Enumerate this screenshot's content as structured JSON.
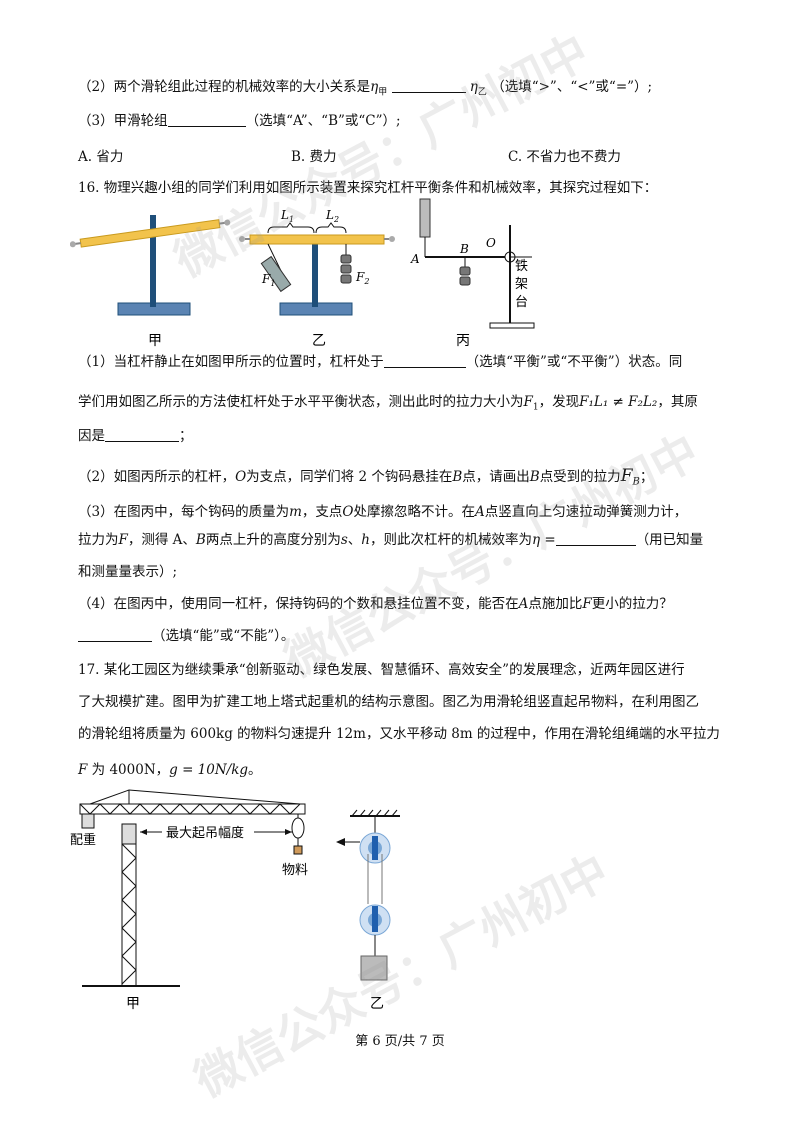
{
  "q15": {
    "p2_pre": "（2）两个滑轮组此过程的机械效率的大小关系是",
    "eta_a": "η",
    "eta_a_sub": "甲",
    "eta_b": "η",
    "eta_b_sub": "乙",
    "p2_post": "（选填“>”、“<”或“=”）;",
    "p3_pre": "（3）甲滑轮组",
    "p3_post": "（选填“A”、“B”或“C”）;",
    "choice_a": "A. 省力",
    "choice_b": "B. 费力",
    "choice_c": "C. 不省力也不费力"
  },
  "q16": {
    "intro": "16. 物理兴趣小组的同学们利用如图所示装置来探究杠杆平衡条件和机械效率，其探究过程如下：",
    "fig_jia": "甲",
    "fig_yi": "乙",
    "fig_bing": "丙",
    "lbl_L1": "L",
    "lbl_L1_sub": "1",
    "lbl_L2": "L",
    "lbl_L2_sub": "2",
    "lbl_F1": "F",
    "lbl_F1_sub": "1",
    "lbl_F2": "F",
    "lbl_F2_sub": "2",
    "lbl_A": "A",
    "lbl_B": "B",
    "lbl_O": "O",
    "lbl_stand": [
      "铁",
      "架",
      "台"
    ],
    "p1_a": "（1）当杠杆静止在如图甲所示的位置时，杠杆处于",
    "p1_b": "（选填“平衡”或“不平衡”）状态。同",
    "p1_c": "学们用如图乙所示的方法使杠杆处于水平平衡状态，测出此时的拉力大小为",
    "p1_F1": "F",
    "p1_F1_sub": "1",
    "p1_d": "，发现",
    "p1_formula": "F₁L₁ ≠ F₂L₂",
    "p1_e": "，其原",
    "p1_f": "因是",
    "p1_g": "；",
    "p2_a": "（2）如图丙所示的杠杆，",
    "p2_O": "O",
    "p2_b": "为支点，同学们将 2 个钩码悬挂在",
    "p2_B": "B",
    "p2_c": "点，请画出",
    "p2_B2": "B",
    "p2_d": "点受到的拉力",
    "p2_FB": "F",
    "p2_FB_sub": "B",
    "p2_e": "；",
    "p3_a": "（3）在图丙中，每个钩码的质量为",
    "p3_m": "m",
    "p3_b": "，支点",
    "p3_O": "O",
    "p3_c": "处摩擦忽略不计。在",
    "p3_A": "A",
    "p3_d": "点竖直向上匀速拉动弹簧测力计，",
    "p3_e": "拉力为",
    "p3_F": "F",
    "p3_f": "，测得 A、",
    "p3_B": "B",
    "p3_g": "两点上升的高度分别为",
    "p3_s": "s",
    "p3_h1": "、",
    "p3_h": "h",
    "p3_i": "，则此次杠杆的机械效率为",
    "p3_eta": "η =",
    "p3_j": "（用已知量",
    "p3_k": "和测量量表示）;",
    "p4_a": "（4）在图丙中，使用同一杠杆，保持钩码的个数和悬挂位置不变，能否在",
    "p4_A": "A",
    "p4_b": "点施加比",
    "p4_F": "F",
    "p4_c": "更小的拉力？",
    "p4_d": "（选填“能”或“不能”）。"
  },
  "q17": {
    "l1": "17.   某化工园区为继续秉承“创新驱动、绿色发展、智慧循环、高效安全”的发展理念，近两年园区进行",
    "l2": "了大规模扩建。图甲为扩建工地上塔式起重机的结构示意图。图乙为用滑轮组竖直起吊物料，在利用图乙",
    "l3": "的滑轮组将质量为 600kg 的物料匀速提升 12m，又水平移动 8m 的过程中，作用在滑轮组绳端的水平拉力",
    "l4_F": "F",
    "l4_a": " 为 4000N，",
    "l4_g": "g = 10N/kg",
    "l4_b": "。",
    "crane_counterweight": "配重",
    "crane_range": "最大起吊幅度",
    "crane_material": "物料",
    "fig_jia": "甲",
    "fig_yi": "乙"
  },
  "footer": "第 6 页/共 7 页",
  "watermark": [
    "微信公众号：广州初中",
    "微信公众号：广州初中",
    "微信公众号：广州初中"
  ],
  "colors": {
    "lever": "#f2c34c",
    "lever_dark": "#c99a1e",
    "stand": "#1f4f7a",
    "base": "#5b84b3",
    "pulley": "#7aa7d6",
    "pulley_core": "#1f5fae"
  }
}
